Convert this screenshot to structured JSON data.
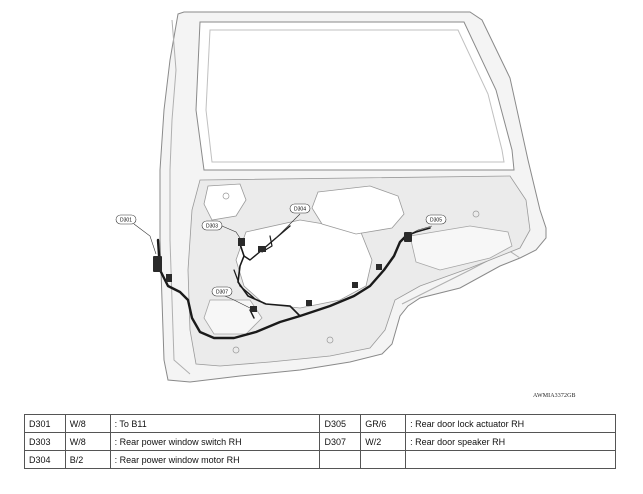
{
  "diagram": {
    "reference_code": "AWMIA3372GB",
    "callouts": [
      "D301",
      "D303",
      "D304",
      "D307",
      "D305"
    ]
  },
  "connectors": {
    "left": [
      {
        "code": "D301",
        "color": "W/8",
        "description": ": To B11"
      },
      {
        "code": "D303",
        "color": "W/8",
        "description": ": Rear power window switch RH"
      },
      {
        "code": "D304",
        "color": "B/2",
        "description": ": Rear power window motor RH"
      }
    ],
    "right": [
      {
        "code": "D305",
        "color": "GR/6",
        "description": ": Rear door lock actuator RH"
      },
      {
        "code": "D307",
        "color": "W/2",
        "description": ": Rear door speaker RH"
      },
      {
        "code": "",
        "color": "",
        "description": ""
      }
    ]
  }
}
